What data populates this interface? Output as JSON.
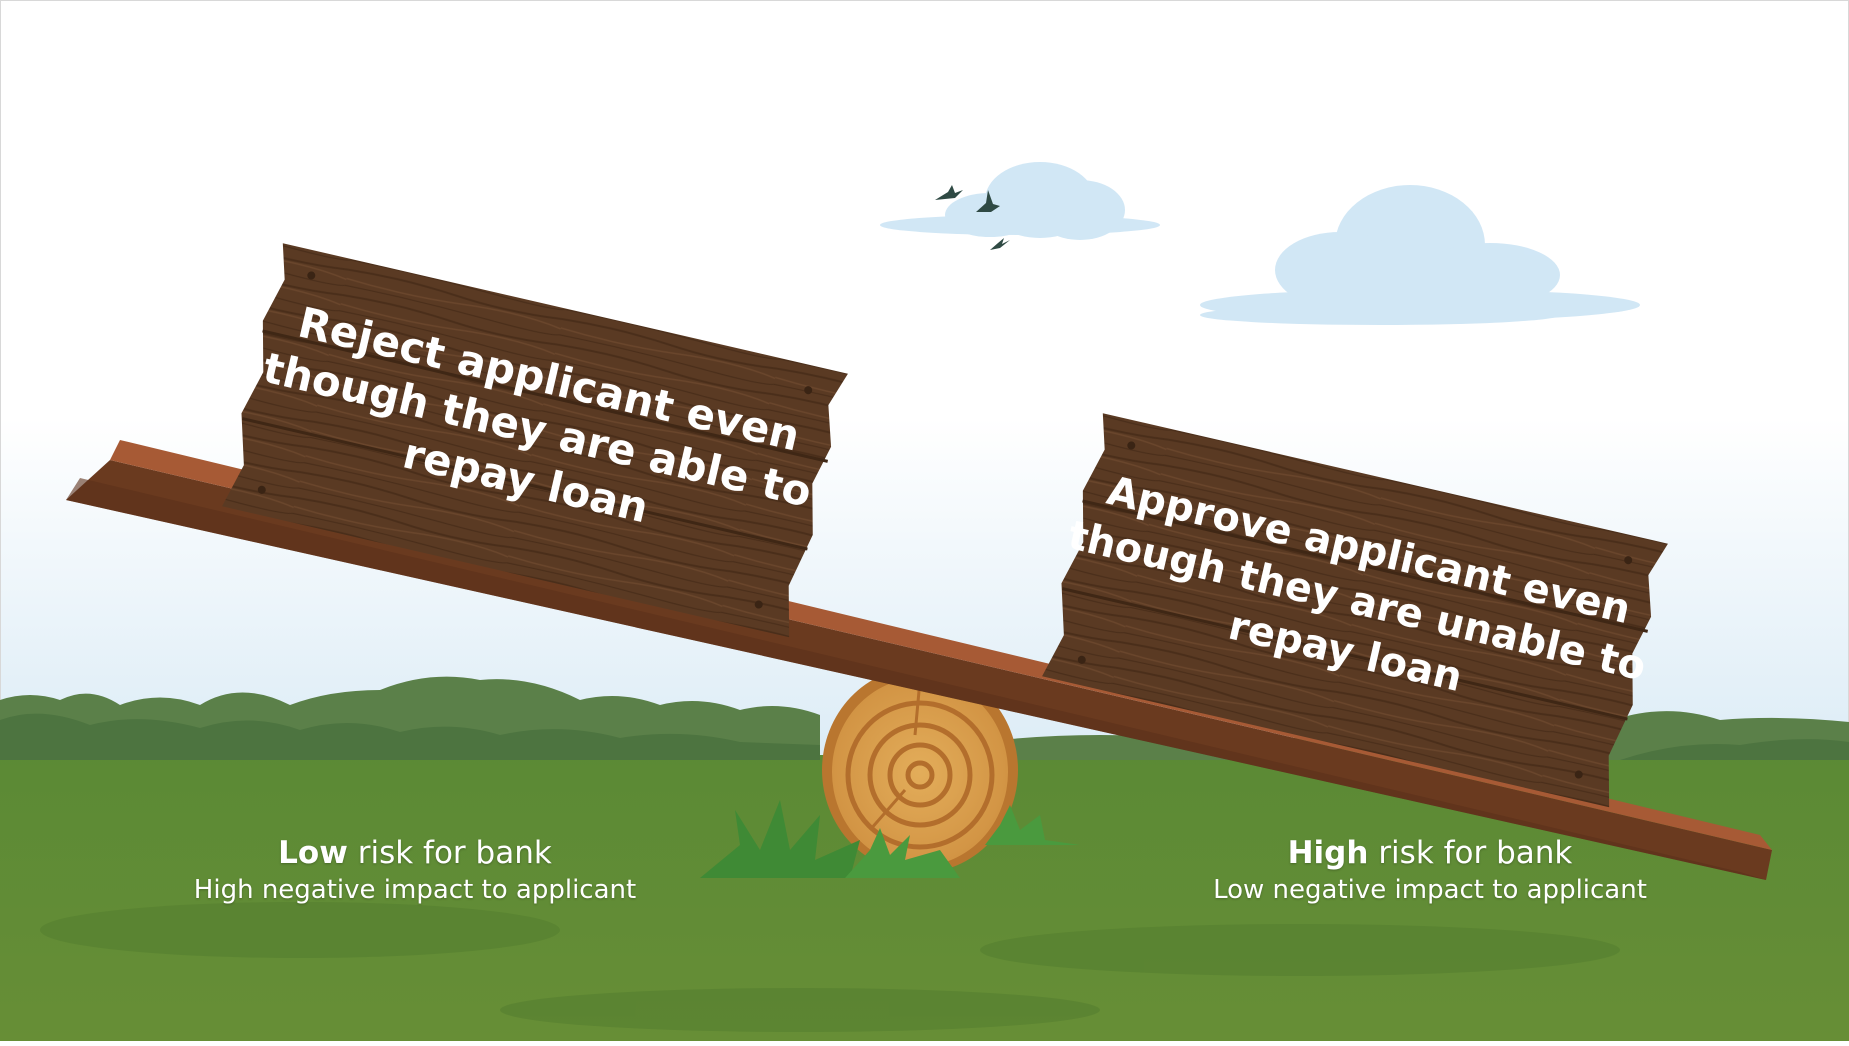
{
  "left_sign": {
    "lines": [
      "Reject applicant even",
      "though they are able to",
      "repay loan"
    ]
  },
  "right_sign": {
    "lines": [
      "Approve applicant even",
      "though they are unable to",
      "repay loan"
    ]
  },
  "left_caption": {
    "emphasis": "Low",
    "rest": "risk for bank",
    "subtitle": "High negative impact to applicant"
  },
  "right_caption": {
    "emphasis": "High",
    "rest": "risk for bank",
    "subtitle": "Low negative impact to applicant"
  },
  "colors": {
    "sky_top": "#ffffff",
    "sky_bottom": "#dfeef8",
    "grass": "#5f8a37",
    "hills": "#5a8048",
    "plank": "#8a4b2c",
    "sign_wood": "#5a3a23",
    "log": "#d9a04e"
  }
}
